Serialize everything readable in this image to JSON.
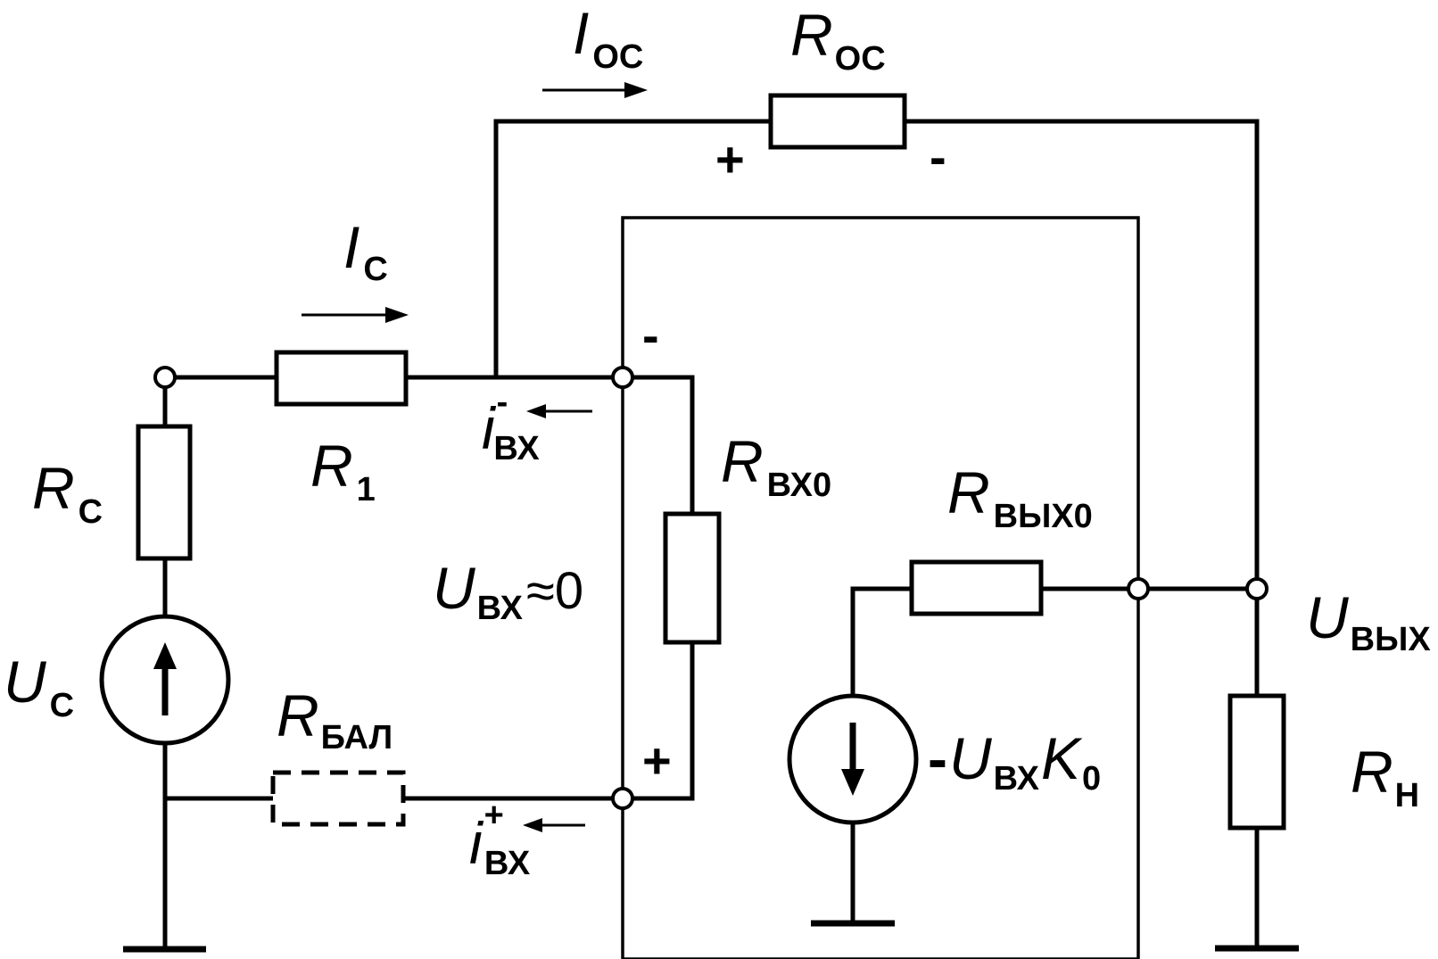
{
  "labels": {
    "R_os": "R",
    "R_os_sub": "ОС",
    "I_os": "I",
    "I_os_sub": "ОС",
    "I_c": "I",
    "I_c_sub": "С",
    "R_c": "R",
    "R_c_sub": "С",
    "R_1": "R",
    "R_1_sub": "1",
    "U_c": "U",
    "U_c_sub": "С",
    "R_bal": "R",
    "R_bal_sub": "БАЛ",
    "i_minus": "i",
    "i_minus_sup": "-",
    "i_minus_sub": "ВХ",
    "i_plus": "i",
    "i_plus_sup": "+",
    "i_plus_sub": "ВХ",
    "R_vx0": "R",
    "R_vx0_sub": "ВХ0",
    "U_vx": "U",
    "U_vx_sub": "ВХ",
    "U_vx_rest": "≈0",
    "R_vyx0": "R",
    "R_vyx0_sub": "ВЫХ0",
    "src_minus": "-",
    "src_U": "U",
    "src_U_sub": "ВХ",
    "src_K": "K",
    "src_K_sub": "0",
    "U_vyx": "U",
    "U_vyx_sub": "ВЫХ",
    "R_n": "R",
    "R_n_sub": "Н",
    "plus_os": "+",
    "minus_os": "-",
    "minus_in": "-",
    "plus_in": "+"
  }
}
